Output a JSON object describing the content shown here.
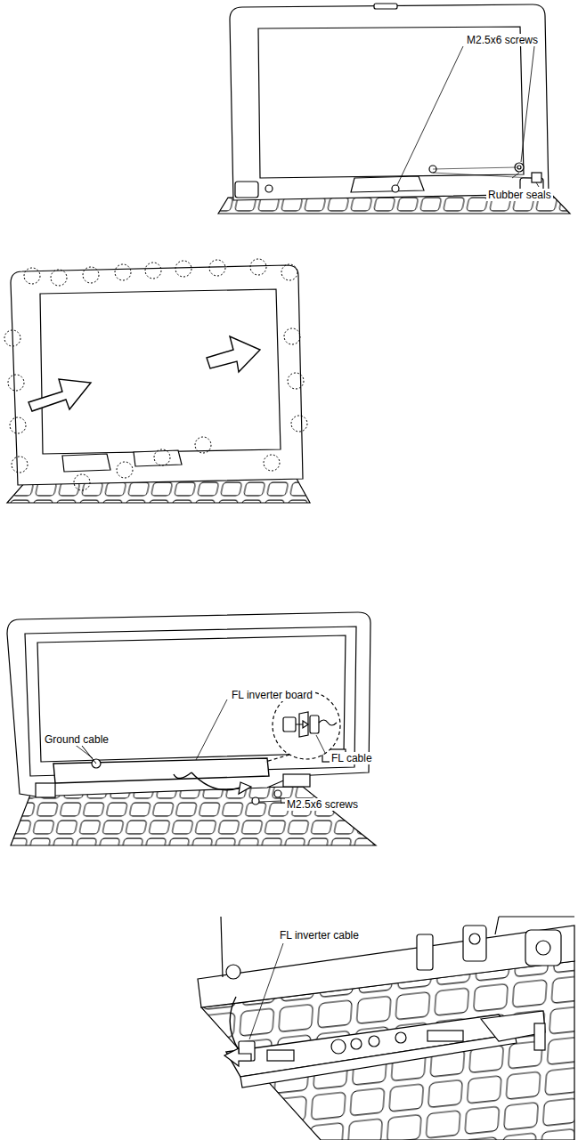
{
  "diagram": {
    "labels": [
      "M2.5x6 screws",
      "Rubber seals",
      "FL cable",
      "FL inverter board",
      "Ground cable",
      "M2.5x6 screws",
      "FL inverter cable"
    ]
  }
}
